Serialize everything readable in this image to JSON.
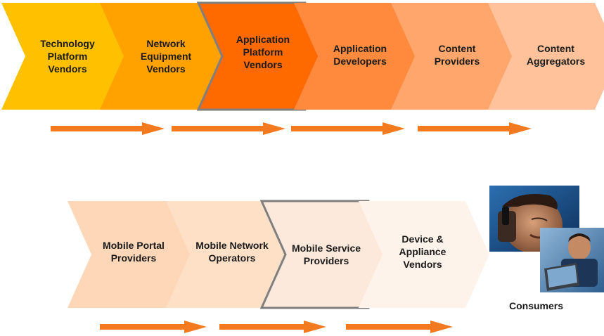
{
  "top_row": [
    {
      "label": "Technology Platform Vendors",
      "fill": "#ffc000"
    },
    {
      "label": "Network Equipment Vendors",
      "fill": "#ffa200"
    },
    {
      "label": "Application Platform Vendors",
      "fill": "#ff6a00"
    },
    {
      "label": "Application Developers",
      "fill": "#ff8a3d"
    },
    {
      "label": "Content Providers",
      "fill": "#ffa66c"
    },
    {
      "label": "Content Aggregators",
      "fill": "#ffc29a"
    }
  ],
  "bottom_row": [
    {
      "label": "Mobile Portal Providers",
      "fill": "#fdd7b8"
    },
    {
      "label": "Mobile Network Operators",
      "fill": "#fee0c7"
    },
    {
      "label": "Mobile Service Providers",
      "fill": "#fde9db"
    },
    {
      "label": "Device & Appliance Vendors",
      "fill": "#fef3ea"
    }
  ],
  "consumers_label": "Consumers",
  "colors": {
    "arrow": "#f47a20",
    "highlight_border": "#7f7f7f"
  }
}
